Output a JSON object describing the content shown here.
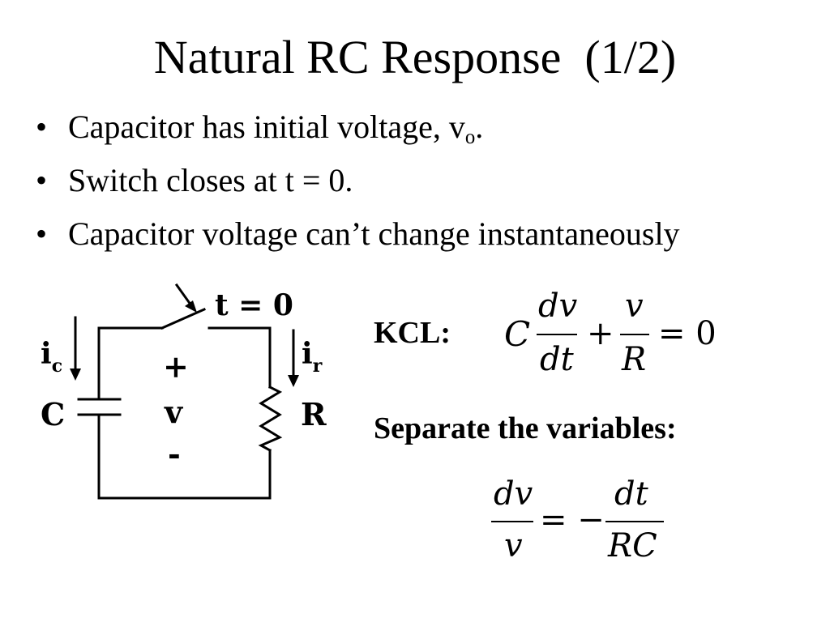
{
  "slide": {
    "title": "Natural RC Response  (1/2)",
    "bullets": [
      {
        "text": "Capacitor has initial voltage, v",
        "sub": "o",
        "tail": "."
      },
      {
        "text": "Switch closes at t = 0.",
        "sub": "",
        "tail": ""
      },
      {
        "text": "Capacitor voltage can’t change instantaneously",
        "sub": "",
        "tail": ""
      }
    ],
    "bullet_symbol": "•"
  },
  "circuit": {
    "switch_label": "t = 0",
    "ic_label": "i",
    "ic_sub": "c",
    "ir_label": "i",
    "ir_sub": "r",
    "capacitor_label": "C",
    "resistor_label": "R",
    "plus": "+",
    "v": "v",
    "minus": "-"
  },
  "kcl": {
    "label": "KCL:",
    "C": "C",
    "dv": "dv",
    "dt": "dt",
    "plus": "+",
    "v": "v",
    "R": "R",
    "equals": "= 0"
  },
  "separate": {
    "label": "Separate the variables:",
    "dv": "dv",
    "v": "v",
    "equals": "= −",
    "dt": "dt",
    "RC": "RC"
  }
}
